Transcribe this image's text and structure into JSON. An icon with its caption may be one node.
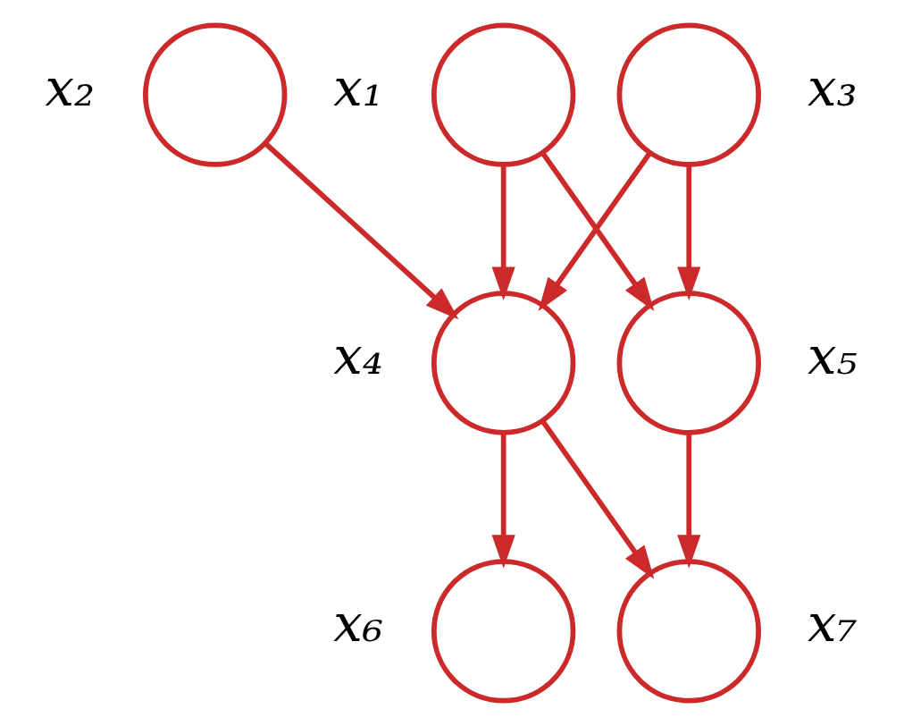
{
  "diagram": {
    "nodes": [
      {
        "text": [],
        "shape": "circle",
        "beside": [
          "x₁"
        ]
      },
      {
        "text": [],
        "shape": "circle",
        "beside": [
          "x₂"
        ]
      },
      {
        "text": [],
        "shape": "circle",
        "beside": [
          "x₃"
        ]
      },
      {
        "text": [],
        "shape": "circle",
        "beside": [
          "x₄"
        ]
      },
      {
        "text": [],
        "shape": "circle",
        "beside": [
          "x₅"
        ]
      },
      {
        "text": [],
        "shape": "circle",
        "beside": [
          "x₆"
        ]
      },
      {
        "text": [],
        "shape": "circle",
        "beside": [
          "x₇"
        ]
      }
    ],
    "edges": [
      {
        "from": 0,
        "to": 3,
        "arrow": "to"
      },
      {
        "from": 0,
        "to": 4,
        "arrow": "to"
      },
      {
        "from": 1,
        "to": 3,
        "arrow": "to"
      },
      {
        "from": 2,
        "to": 3,
        "arrow": "to"
      },
      {
        "from": 2,
        "to": 4,
        "arrow": "to"
      },
      {
        "from": 3,
        "to": 5,
        "arrow": "to"
      },
      {
        "from": 3,
        "to": 6,
        "arrow": "to"
      },
      {
        "from": 4,
        "to": 6,
        "arrow": "to"
      }
    ]
  }
}
